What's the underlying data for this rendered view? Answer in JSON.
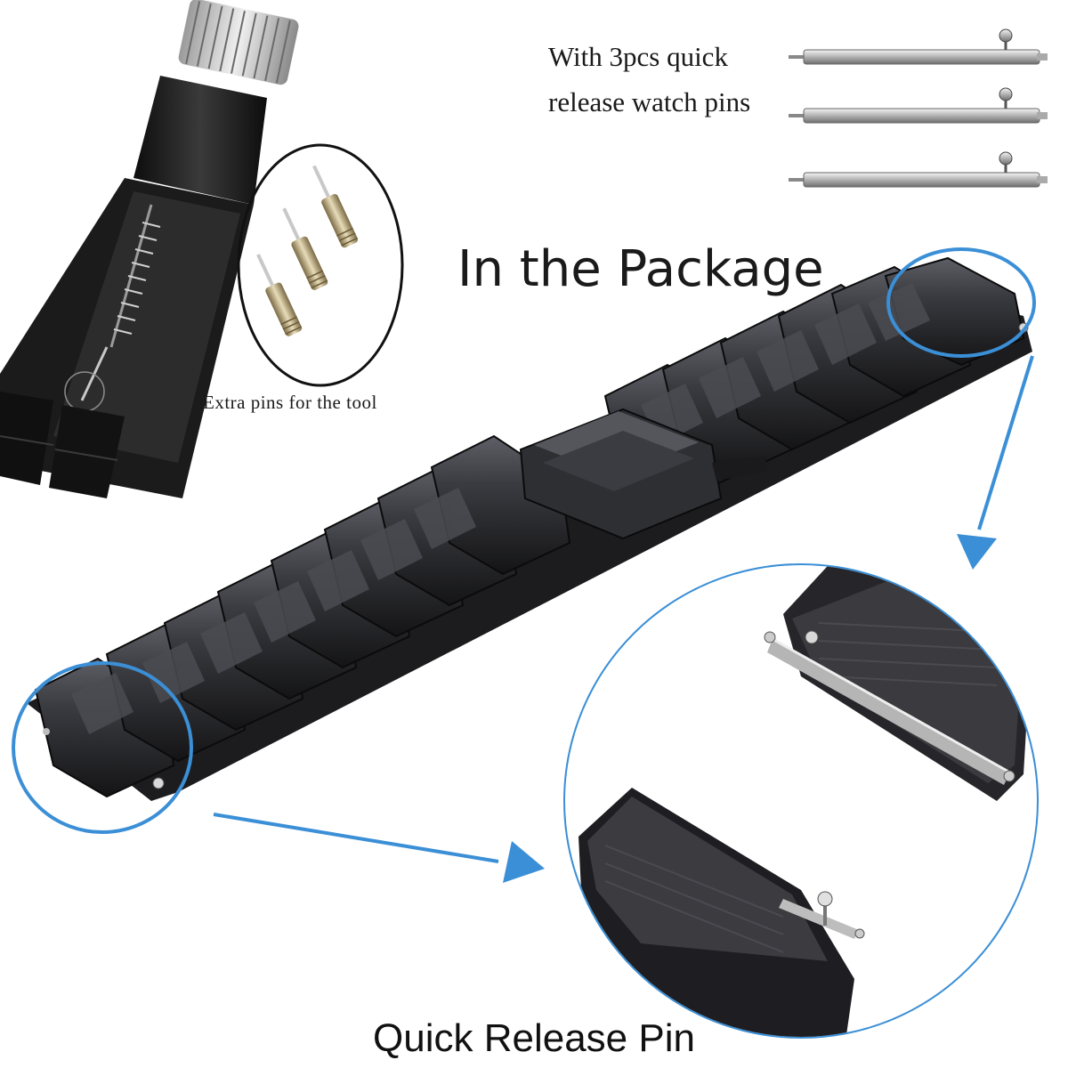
{
  "texts": {
    "pins_caption_line1": "With 3pcs quick",
    "pins_caption_line2": "release watch pins",
    "tool_caption": "Extra pins for the tool",
    "heading": "In the Package",
    "footer": "Quick Release Pin"
  },
  "colors": {
    "highlight_blue": "#3b8fd6",
    "band_dark": "#2a2a2e",
    "band_highlight": "#5e5f66",
    "metal_light": "#d8d8d8"
  },
  "objects": [
    "link-removal-tool",
    "extra-tool-pins",
    "quick-release-pins",
    "stainless-steel-watch-band",
    "quick-release-pin-closeup"
  ]
}
